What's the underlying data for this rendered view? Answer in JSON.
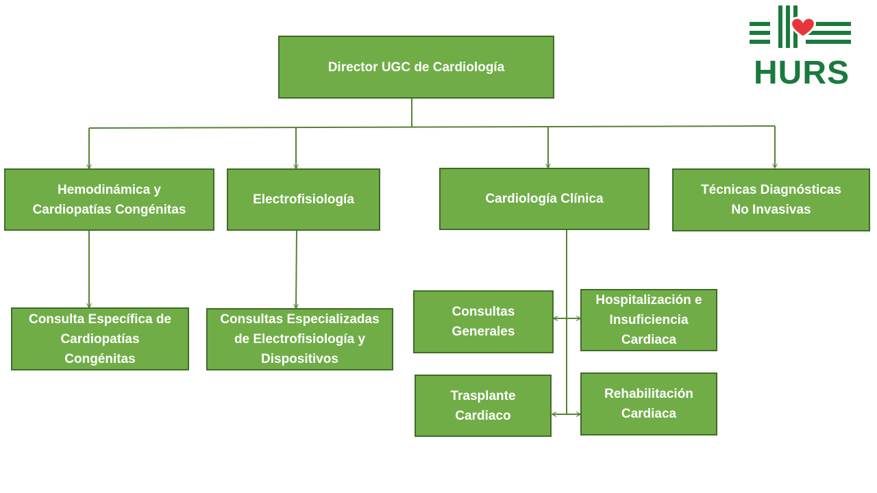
{
  "org_chart": {
    "director": "Director UGC de Cardiología",
    "units": {
      "hemodinamica": "Hemodinámica y\nCardiopatías Congénitas",
      "electrofisiologia": "Electrofisiología",
      "cardiologia_clinica": "Cardiología Clínica",
      "tecnicas": "Técnicas Diagnósticas\nNo Invasivas"
    },
    "subunits": {
      "consulta_cardiopatias": "Consulta Específica de\nCardiopatías\nCongénitas",
      "consultas_electro": "Consultas Especializadas\nde Electrofisiología y\nDispositivos",
      "consultas_generales": "Consultas\nGenerales",
      "hospitalizacion": "Hospitalización e\nInsuficiencia\nCardiaca",
      "trasplante": "Trasplante\nCardiaco",
      "rehabilitacion": "Rehabilitación\nCardiaca"
    }
  },
  "logo": {
    "text": "HURS",
    "brand_color": "#1a7a3c",
    "heart_color": "#e8353b",
    "icon": "heart-icon"
  },
  "colors": {
    "box_fill": "#70ad47",
    "box_border": "#3f6b28",
    "connector": "#548235"
  }
}
